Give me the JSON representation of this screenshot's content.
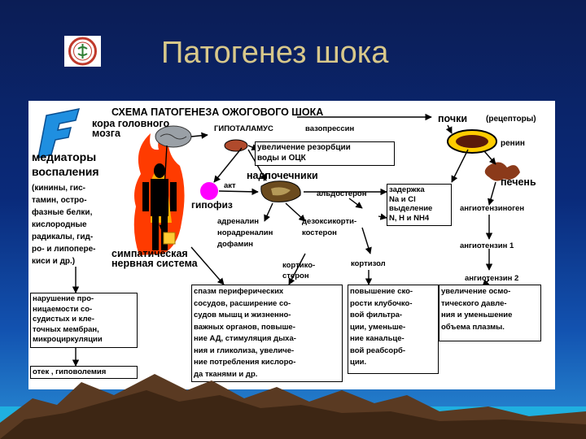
{
  "slide": {
    "title": "Патогенез шока"
  },
  "colors": {
    "background": "#0a2a7a",
    "title": "#d8c88a",
    "fire": "#ff3b00",
    "act": "#ff00ff"
  },
  "diagram": {
    "heading": "СХЕМА ПАТОГЕНЕЗА ОЖОГОВОГО ШОКА",
    "cortex": "кора головного\nмозга",
    "hypothalamus": "ГИПОТАЛАМУС",
    "vasopressin": "вазопрессин",
    "kidneys": "почки",
    "receptors": "(рецепторы)",
    "renin": "ренин",
    "liver": "печень",
    "mediators": "медиаторы\nвоспаления",
    "mediators_list": "(кинины, гис-\nтамин, остро-\nфазные белки,\nкислородные\nрадикалы, гид-\nро- и липопере-\nкиси и др.)",
    "resorption_box": "увеличение резорбции\nводы и ОЦК",
    "act": "акт",
    "hypophysis": "гипофиз",
    "adrenals": "надпочечники",
    "aldosterone": "альдостерон",
    "retention": "задержка\nNa и Cl\nвыделение\nN, H и NH4",
    "angiotensinogen": "ангиотензиноген",
    "adrenaline": "адреналин\nнорадреналин\nдофамин",
    "deoxycorticosterone": "дезоксикорти-\nкостерон",
    "angiotensin1": "ангиотензин 1",
    "sympathetic": "симпатическая\nнервная система",
    "corticosterone": "кортико-\nстерон",
    "cortisol": "кортизол",
    "angiotensin2": "ангиотензин 2",
    "permeability_box": "нарушение про-\nницаемости со-\nсудистых и кле-\nточных мембран,\nмикроциркуляции",
    "edema_box": "отек , гиповолемия",
    "spasm_box": "спазм периферических\nсосудов, расширение со-\nсудов мышц и жизненно-\nважных органов, повыше-\nние АД, стимуляция дыха-\nния и гликолиза, увеличе-\nние потребления кислоро-\nда тканями и др.",
    "filtration_box": "повышение ско-\nрости клубочко-\nвой фильтра-\nции, уменьше-\nние канальце-\nвой реабсорб-\nции.",
    "osmotic_box": "увеличение осмо-\nтического давле-\nния и уменьшение\nобъема плазмы."
  }
}
